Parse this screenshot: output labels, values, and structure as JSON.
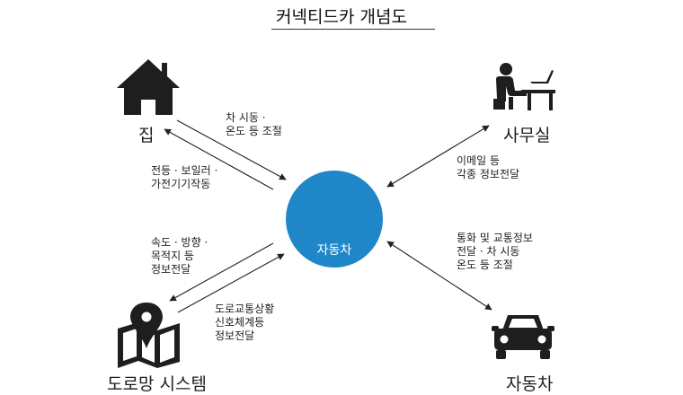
{
  "title": "커넥티드카 개념도",
  "nodes": {
    "home": "집",
    "office": "사무실",
    "center_car": "자동차",
    "road_system": "도로망 시스템",
    "other_car": "자동차"
  },
  "edge_labels": {
    "center_to_home": "차 시동 ·\n온도 등 조절",
    "home_to_center": "전등 · 보일러 ·\n가전기기작동",
    "office_link": "이메일 등\n각종 정보전달",
    "center_to_road": "속도 · 방향 ·\n목적지 등\n정보전달",
    "road_to_center": "도로교통상황\n신호체계등\n정보전달",
    "car_link": "통화 및 교통정보\n전달 · 차 시동\n온도 등 조절"
  },
  "colors": {
    "accent": "#1f87c8",
    "icon": "#1e1e1e"
  },
  "icons": [
    "house-icon",
    "office-worker-icon",
    "car-icon",
    "map-pin-icon",
    "car-icon"
  ]
}
